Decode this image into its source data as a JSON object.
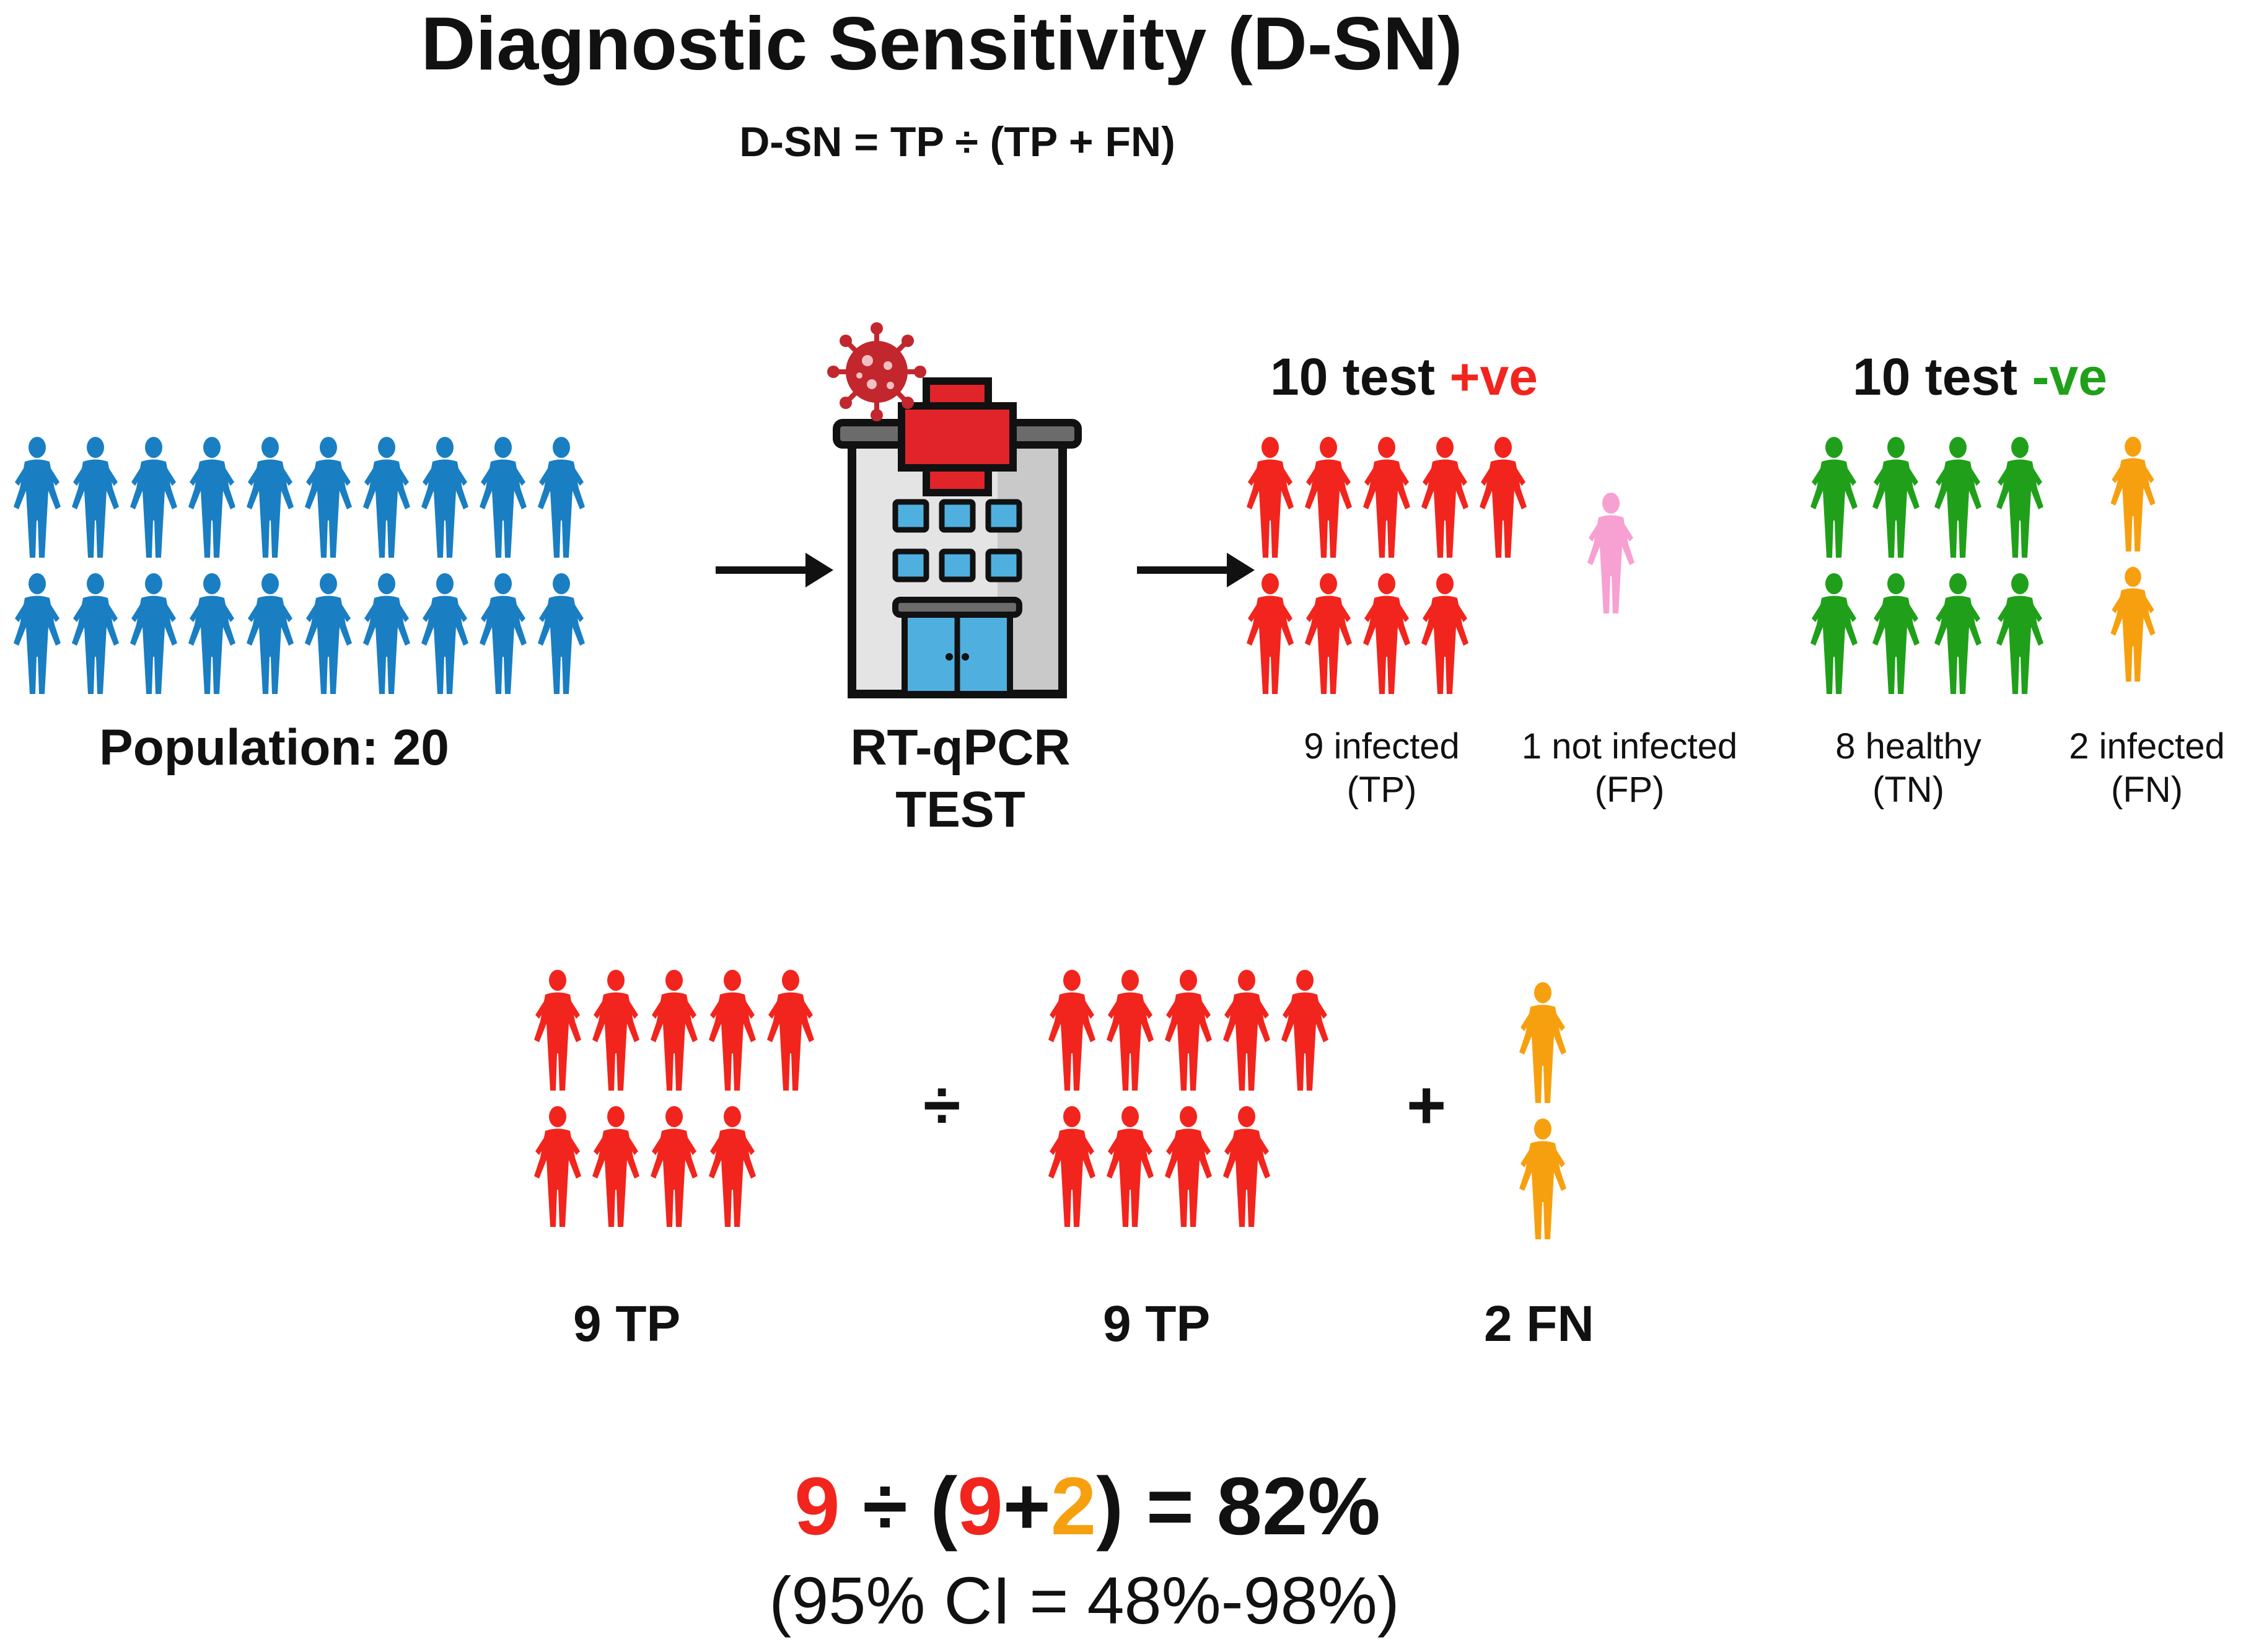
{
  "title": "Diagnostic Sensitivity (D-SN)",
  "formula": "D-SN = TP ÷ (TP + FN)",
  "colors": {
    "population": "#1a7ec2",
    "infected_positive": "#f1251d",
    "false_positive": "#f7a0d2",
    "true_negative": "#20a01a",
    "false_negative": "#f7a00f",
    "text": "#111111"
  },
  "icons": [
    "person-icon",
    "virus-icon",
    "hospital-icon",
    "arrow-icon"
  ],
  "population": {
    "label": "Population: 20",
    "count": 20
  },
  "test": {
    "line1": "RT-qPCR",
    "line2": "TEST"
  },
  "positive": {
    "heading_prefix": "10 test ",
    "heading_suffix": "+ve",
    "groups": [
      {
        "count": 9,
        "line1": "9 infected",
        "line2": "(TP)"
      },
      {
        "count": 1,
        "line1": "1 not infected",
        "line2": "(FP)"
      }
    ]
  },
  "negative": {
    "heading_prefix": "10 test ",
    "heading_suffix": "-ve",
    "groups": [
      {
        "count": 8,
        "line1": "8 healthy",
        "line2": "(TN)"
      },
      {
        "count": 2,
        "line1": "2 infected",
        "line2": "(FN)"
      }
    ]
  },
  "calculation": {
    "numerator_label": "9 TP",
    "denominator_tp_label": "9 TP",
    "denominator_fn_label": "2 FN",
    "divide_symbol": "÷",
    "plus_symbol": "+"
  },
  "result": {
    "tp": "9",
    "op1": " ÷ (",
    "tp2": "9",
    "plus": "+",
    "fn": "2",
    "end": ") = 82%",
    "ci": "(95% CI = 48%-98%)"
  }
}
